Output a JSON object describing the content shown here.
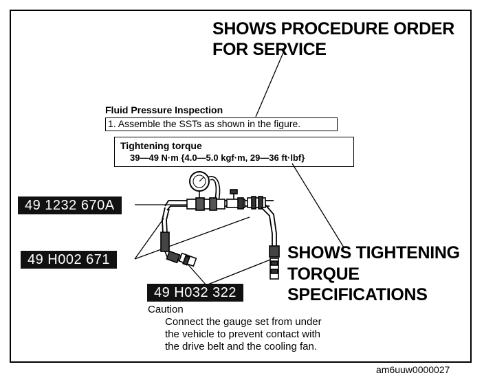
{
  "callouts": {
    "procedure_order": [
      "SHOWS PROCEDURE ORDER",
      "FOR SERVICE"
    ],
    "tightening_torque": [
      "SHOWS TIGHTENING",
      "TORQUE",
      "SPECIFICATIONS"
    ]
  },
  "procedure": {
    "heading": "Fluid Pressure Inspection",
    "step": "1. Assemble the SSTs as shown in the figure."
  },
  "torque": {
    "heading": "Tightening torque",
    "value": "39—49 N·m {4.0—5.0 kgf·m, 29—36 ft·lbf}"
  },
  "sst_labels": [
    "49 1232 670A",
    "49 H002 671",
    "49 H032 322"
  ],
  "caution": {
    "title": "Caution",
    "lines": [
      "Connect the gauge set from under",
      "the vehicle to prevent contact with",
      "the drive belt and the cooling fan."
    ]
  },
  "image_code": "am6uuw0000027"
}
